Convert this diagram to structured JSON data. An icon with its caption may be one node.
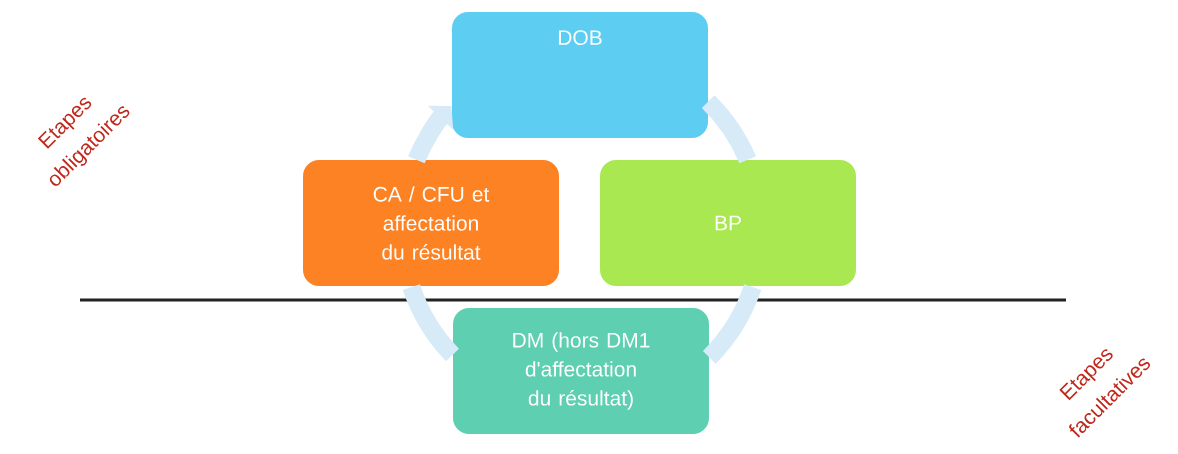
{
  "diagram": {
    "nodes": [
      {
        "text": [
          "DOB"
        ]
      },
      {
        "text": [
          "CA / CFU et affectation du résultat"
        ]
      },
      {
        "text": [
          "BP"
        ]
      },
      {
        "text": [
          "DM (hors DM1 d'affectation du résultat)"
        ]
      }
    ],
    "edges": [
      {
        "from": 0,
        "to": 2,
        "arrow": "none"
      },
      {
        "from": 2,
        "to": 3,
        "arrow": "none"
      },
      {
        "from": 3,
        "to": 1,
        "arrow": "none"
      },
      {
        "from": 1,
        "to": 0,
        "arrow": "to"
      }
    ],
    "labels": [
      "Etapes obligatoires",
      "Etapes facultatives"
    ]
  }
}
